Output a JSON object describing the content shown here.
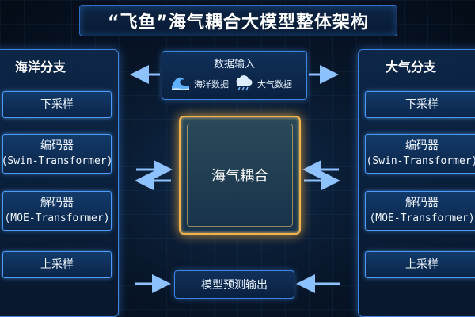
{
  "title": "“飞鱼”海气耦合大模型整体架构",
  "left_branch": {
    "header": "海洋分支",
    "blocks": [
      {
        "line1": "下采样",
        "line2": ""
      },
      {
        "line1": "编码器",
        "line2": "(Swin-Transformer)"
      },
      {
        "line1": "解码器",
        "line2": "(MOE-Transformer)"
      },
      {
        "line1": "上采样",
        "line2": ""
      }
    ]
  },
  "right_branch": {
    "header": "大气分支",
    "blocks": [
      {
        "line1": "下采样",
        "line2": ""
      },
      {
        "line1": "编码器",
        "line2": "(Swin-Transformer)"
      },
      {
        "line1": "解码器",
        "line2": "(MOE-Transformer)"
      },
      {
        "line1": "上采样",
        "line2": ""
      }
    ]
  },
  "input": {
    "title": "数据输入",
    "ocean_label": "海洋数据",
    "ocean_icon": "wave-icon",
    "atmos_label": "大气数据",
    "atmos_icon": "rain-cloud-icon"
  },
  "core": {
    "label": "海气耦合"
  },
  "output": {
    "label": "模型预测输出"
  },
  "colors": {
    "accent_blue": "#3c86e0",
    "core_gold": "#f0b24a",
    "arrow": "#8ec2ff"
  }
}
